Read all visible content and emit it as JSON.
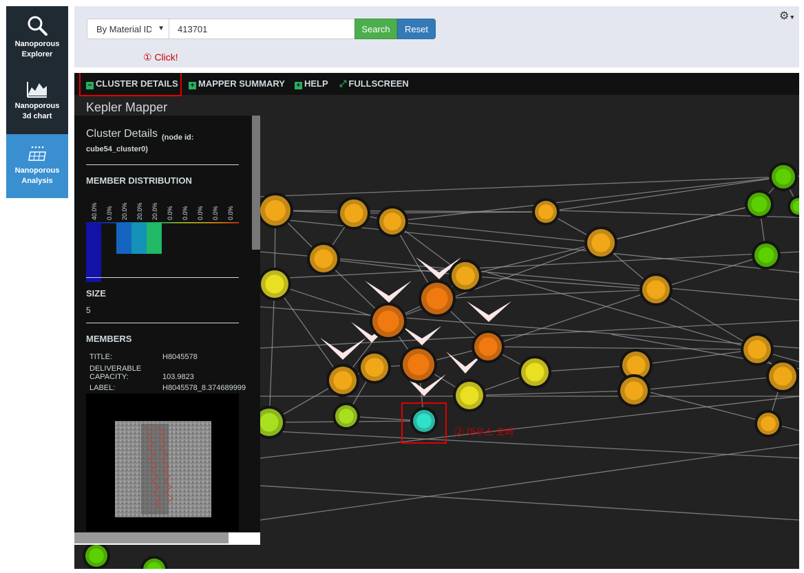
{
  "nav": {
    "items": [
      {
        "label_line1": "Nanoporous",
        "label_line2": "Explorer",
        "icon": "magnifier-icon"
      },
      {
        "label_line1": "Nanoporous",
        "label_line2": "3d chart",
        "icon": "chart-3d-icon"
      },
      {
        "label_line1": "Nanoporous",
        "label_line2": "Analysis",
        "icon": "analysis-grid-icon"
      }
    ],
    "active_color": "#3a8fd0"
  },
  "search": {
    "mode_selected": "By Material ID",
    "query_value": "413701",
    "search_label": "Search",
    "reset_label": "Reset"
  },
  "annotations": {
    "step1": "① Click!",
    "step2": "② 마우스 오버"
  },
  "toolbar": {
    "cluster_details": "CLUSTER DETAILS",
    "mapper_summary": "MAPPER SUMMARY",
    "help": "HELP",
    "fullscreen": "FULLSCREEN"
  },
  "mapper": {
    "title": "Kepler Mapper"
  },
  "cluster_panel": {
    "title": "Cluster Details",
    "node_id_prefix": "(node id:",
    "node_id_value": "cube54_cluster0)",
    "distribution_heading": "MEMBER DISTRIBUTION",
    "distribution_labels": [
      "40.0%",
      "0.0%",
      "20.0%",
      "20.0%",
      "20.0%",
      "0.0%",
      "0.0%",
      "0.0%",
      "0.0%",
      "0.0%"
    ],
    "distribution_values": [
      40,
      0,
      20,
      20,
      20,
      0,
      0,
      0,
      0,
      0
    ],
    "distribution_colors": [
      "#1212a8",
      "#1a3aa0",
      "#1565c0",
      "#1592b8",
      "#21b866",
      "#6fcf2c",
      "#b6d61a",
      "#e5c80f",
      "#ef9a0f",
      "#ef5a12"
    ],
    "size_heading": "SIZE",
    "size_value": "5",
    "members_heading": "MEMBERS",
    "members": [
      {
        "key": "TITLE:",
        "value": "H8045578"
      },
      {
        "key": "DELIVERABLE CAPACITY:",
        "value": "103.9823"
      },
      {
        "key": "LABEL:",
        "value": "H8045578_8.374689999"
      }
    ]
  }
}
